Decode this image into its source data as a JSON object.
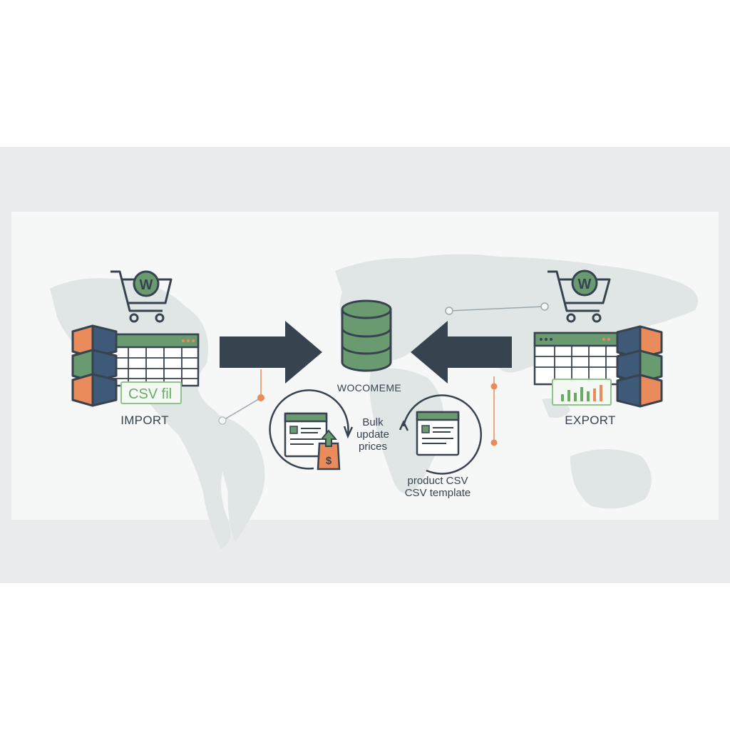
{
  "colors": {
    "dark": "#37434f",
    "green": "#6a9a70",
    "orange": "#e98b5a",
    "blue": "#3f5a78",
    "map": "#dde5e4"
  },
  "import": {
    "label": "IMPORT",
    "csv_tag": "CSV fil",
    "cart_badge": "W"
  },
  "export": {
    "label": "EXPORT",
    "cart_badge": "W"
  },
  "center": {
    "label": "WOCOMEME"
  },
  "bulk": {
    "line1": "Bulk",
    "line2": "update",
    "line3": "prices",
    "price_symbol": "$"
  },
  "product": {
    "line1": "product CSV",
    "line2": "CSV template"
  },
  "icons": [
    "shopping-cart-icon",
    "database-icon",
    "spreadsheet-icon",
    "cube-stack-icon",
    "arrow-right-icon",
    "arrow-left-icon",
    "price-tag-icon",
    "bar-chart-icon",
    "cycle-arrow-icon",
    "world-map-icon"
  ]
}
